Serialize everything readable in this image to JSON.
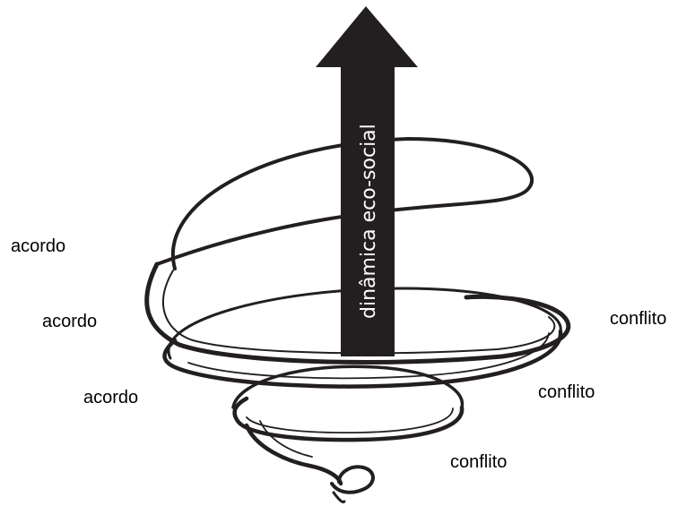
{
  "arrow": {
    "label": "dinâmica eco-social",
    "color": "#231f20"
  },
  "labels": {
    "left": [
      "acordo",
      "acordo",
      "acordo"
    ],
    "right": [
      "conflito",
      "conflito",
      "conflito"
    ]
  },
  "spiral": {
    "stroke_color": "#231f20"
  }
}
